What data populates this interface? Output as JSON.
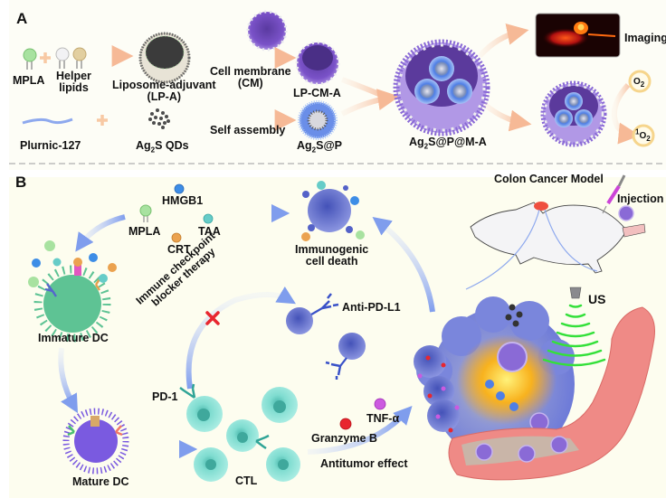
{
  "panel_a": {
    "label": "A",
    "mpla": "MPLA",
    "helper_lipids_line1": "Helper",
    "helper_lipids_line2": "lipids",
    "lpa_line1": "Liposome-adjuvant",
    "lpa_line2": "(LP-A)",
    "cm_line1": "Cell membrane",
    "cm_line2": "(CM)",
    "lpcma": "LP-CM-A",
    "plurnic": "Plurnic-127",
    "qds_prefix": "Ag",
    "qds_sub": "2",
    "qds_suffix": "S QDs",
    "self_assembly": "Self assembly",
    "agsp_prefix": "Ag",
    "agsp_sub": "2",
    "agsp_suffix": "S@P",
    "final_prefix": "Ag",
    "final_sub": "2",
    "final_suffix": "S@P@M-A",
    "imaging": "Imaging",
    "o2": "O",
    "o2_sub": "2",
    "singlet_sup": "1",
    "singlet": "O",
    "singlet_sub": "2",
    "plus": "+"
  },
  "panel_b": {
    "label": "B",
    "hmgb1": "HMGB1",
    "mpla": "MPLA",
    "taa": "TAA",
    "crt": "CRT",
    "icd_line1": "Immunogenic",
    "icd_line2": "cell death",
    "colon_model": "Colon Cancer Model",
    "injection": "Injection",
    "immature_dc": "Immature DC",
    "checkpoint_line1": "Immune checkpoint",
    "checkpoint_line2": "blocker therapy",
    "anti_pdl1": "Anti-PD-L1",
    "us": "US",
    "pd1": "PD-1",
    "mature_dc": "Mature DC",
    "ctl": "CTL",
    "granzyme": "Granzyme B",
    "tnf": "TNF-α",
    "antitumor": "Antitumor effect"
  },
  "colors": {
    "background": "#fdfdf3",
    "arrow_orange": "#f7c9a8",
    "arrow_blue": "#8ea9ee",
    "membrane_purple": "#8f6ad8",
    "dc_green": "#57b98e",
    "ctl_teal": "#6fd6c8",
    "tumor_blue": "#6b78d6",
    "vessel_pink": "#ef8a86",
    "glow_orange": "#f7a21c",
    "us_green": "#34e03a",
    "cross_red": "#e8262f"
  }
}
